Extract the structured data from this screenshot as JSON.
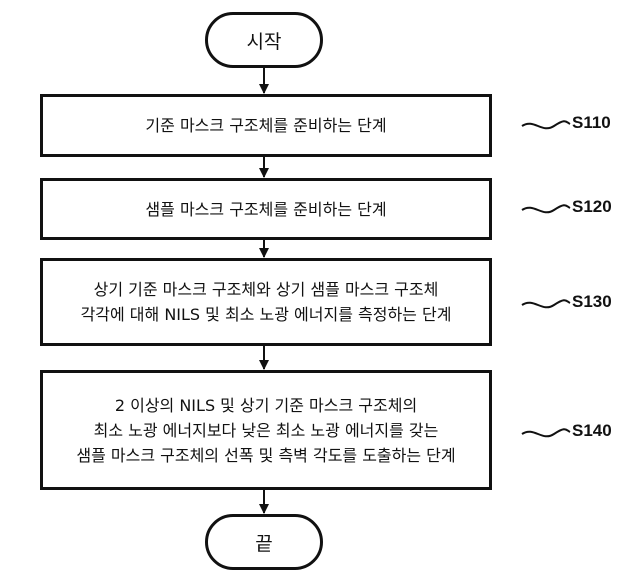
{
  "start": "시작",
  "end": "끝",
  "steps": [
    {
      "id": "S110",
      "lines": [
        "기준 마스크 구조체를 준비하는 단계"
      ]
    },
    {
      "id": "S120",
      "lines": [
        "샘플 마스크 구조체를 준비하는 단계"
      ]
    },
    {
      "id": "S130",
      "lines": [
        "상기 기준 마스크 구조체와 상기 샘플 마스크 구조체",
        "각각에 대해 NILS 및 최소 노광 에너지를 측정하는 단계"
      ]
    },
    {
      "id": "S140",
      "lines": [
        "2 이상의 NILS 및 상기 기준 마스크 구조체의",
        "최소 노광 에너지보다 낮은 최소 노광 에너지를 갖는",
        "샘플 마스크 구조체의 선폭 및 측벽 각도를 도출하는 단계"
      ]
    }
  ]
}
